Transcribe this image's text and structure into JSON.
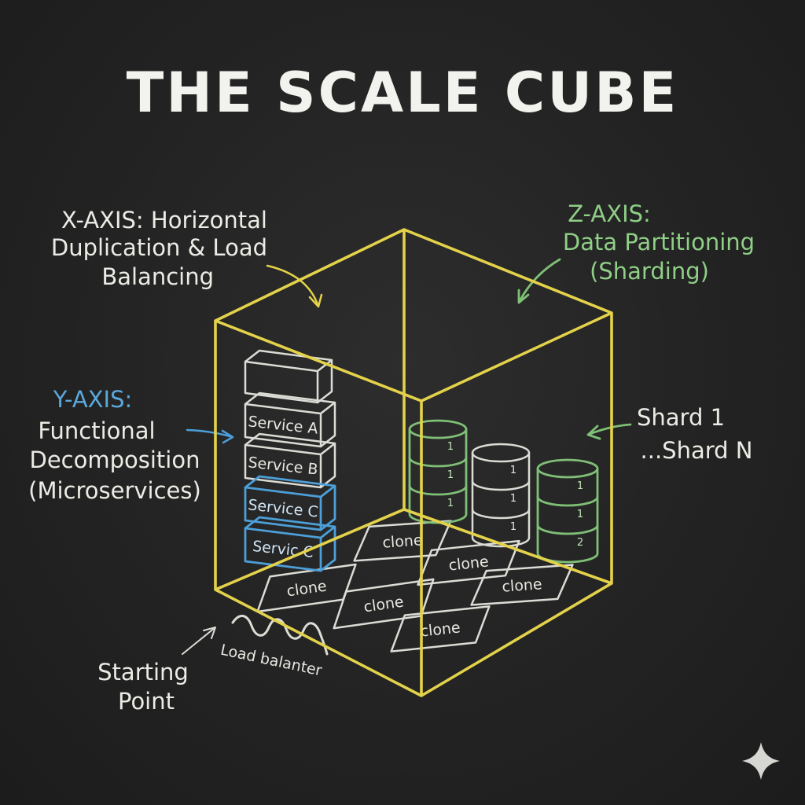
{
  "title": "THE SCALE CUBE",
  "x_axis": {
    "lines": [
      "X-AXIS: Horizontal",
      "Duplication & Load",
      "Balancing"
    ]
  },
  "y_axis": {
    "heading": "Y-AXIS:",
    "lines": [
      "Functional",
      "Decomposition",
      "(Microservices)"
    ]
  },
  "z_axis": {
    "heading": "Z-AXIS:",
    "lines": [
      "Data Partitioning",
      "(Sharding)"
    ]
  },
  "shards_label": {
    "lines": [
      "Shard 1",
      "...Shard N"
    ]
  },
  "start_point": {
    "lines": [
      "Starting",
      "Point"
    ]
  },
  "load_balancer": "Load balanter",
  "services": [
    "Service A",
    "Service B",
    "Service C",
    "Servic C"
  ],
  "clones": [
    "clone",
    "clone",
    "clone",
    "clone",
    "clone",
    "clone"
  ],
  "shards": [
    {
      "labels": [
        "1",
        "1",
        "1"
      ],
      "color": "#7fbf76"
    },
    {
      "labels": [
        "1",
        "1",
        "1"
      ],
      "color": "#dcdcd6"
    },
    {
      "labels": [
        "1",
        "1",
        "2"
      ],
      "color": "#7fbf76"
    }
  ],
  "colors": {
    "background": "#232323",
    "cube": "#e3d24a",
    "y_axis": "#4c9fd8",
    "z_axis": "#7fbf76",
    "chalk": "#ecece6"
  },
  "icons": {
    "corner": "sparkle-icon"
  }
}
